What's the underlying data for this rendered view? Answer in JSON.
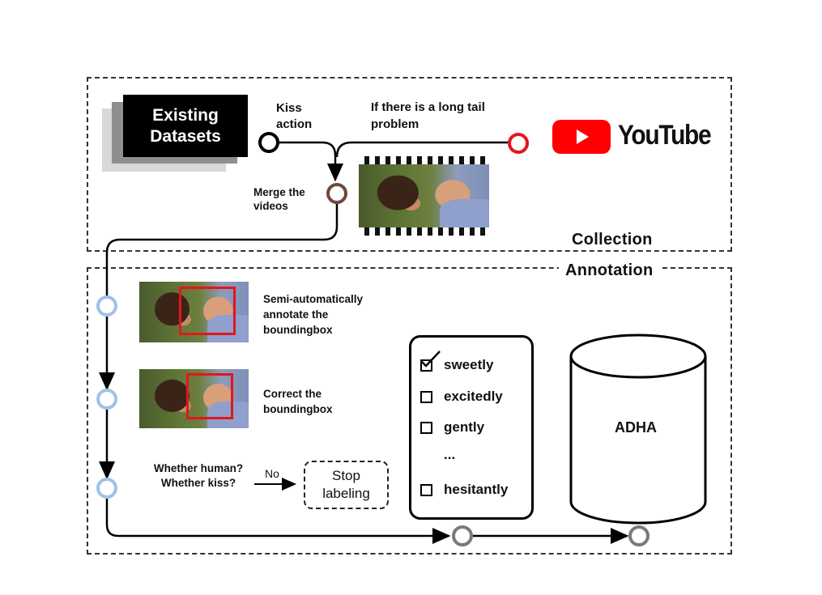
{
  "collection": {
    "section_label": "Collection",
    "existing_datasets": "Existing Datasets",
    "kiss_action": "Kiss action",
    "long_tail": "If there is a long tail problem",
    "youtube": "YouTube",
    "merge_videos": "Merge the videos"
  },
  "annotation": {
    "section_label": "Annotation",
    "step1": "Semi-automatically annotate the boundingbox",
    "step2": "Correct the boundingbox",
    "step3_question": "Whether human? Whether kiss?",
    "no_label": "No",
    "stop_labeling": "Stop labeling",
    "checklist": [
      "sweetly",
      "excitedly",
      "gently",
      "...",
      "hesitantly"
    ],
    "checked_item": "sweetly",
    "database": "ADHA"
  },
  "colors": {
    "red": "#e3161c",
    "node_blue": "#9ec3e6",
    "node_brown": "#6b4a3a",
    "node_gray": "#7a7a7a",
    "youtube_red": "#ff0000"
  }
}
